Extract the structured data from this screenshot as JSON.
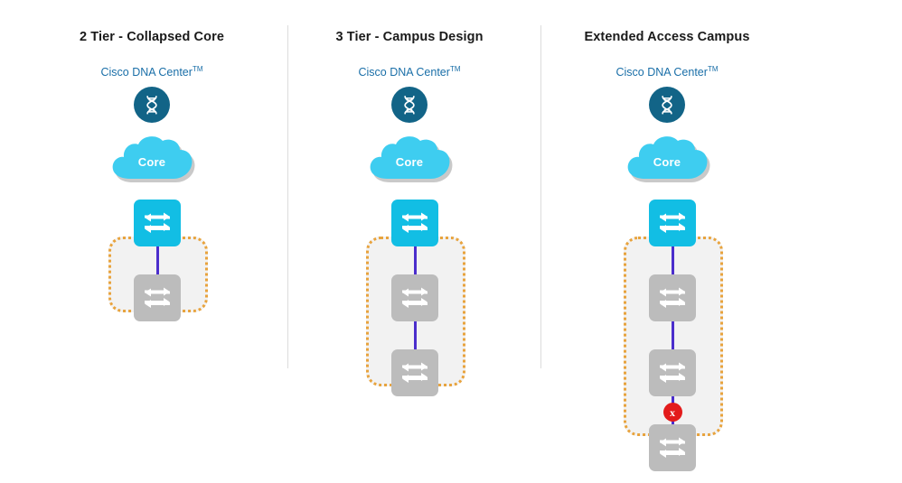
{
  "diagram": {
    "type": "network-topology-comparison",
    "background": "#ffffff",
    "palette": {
      "switch_blue": "#12bee4",
      "switch_grey": "#bcbcbc",
      "cloud_cyan": "#3ecdf0",
      "cloud_shadow": "#c9c9c9",
      "dnac_circle": "#126487",
      "dnac_text": "#1a6fa8",
      "access_border": "#e8a33d",
      "access_fill": "#f2f2f2",
      "link_purple": "#4b2ecc",
      "fault_red": "#e31b1b",
      "divider_grey": "#dcdcdc",
      "title_black": "#1a1a1a"
    },
    "columns": [
      {
        "id": "two-tier",
        "title": "2 Tier - Collapsed Core",
        "dnac_label": "Cisco DNA Center",
        "dnac_trademark": "TM",
        "cloud_label": "Core",
        "nodes": [
          {
            "id": "distribution",
            "kind": "switch",
            "color": "blue",
            "label": ""
          },
          {
            "id": "access-1",
            "kind": "switch",
            "color": "grey",
            "label": ""
          }
        ],
        "links": 1,
        "fault": false,
        "access_region": true
      },
      {
        "id": "three-tier",
        "title": "3 Tier - Campus Design",
        "dnac_label": "Cisco DNA Center",
        "dnac_trademark": "TM",
        "cloud_label": "Core",
        "nodes": [
          {
            "id": "distribution",
            "kind": "switch",
            "color": "blue",
            "label": ""
          },
          {
            "id": "access-1",
            "kind": "switch",
            "color": "grey",
            "label": ""
          },
          {
            "id": "access-2",
            "kind": "switch",
            "color": "grey",
            "label": ""
          }
        ],
        "links": 2,
        "fault": false,
        "access_region": true
      },
      {
        "id": "extended-access",
        "title": "Extended Access Campus",
        "dnac_label": "Cisco DNA Center",
        "dnac_trademark": "TM",
        "cloud_label": "Core",
        "nodes": [
          {
            "id": "distribution",
            "kind": "switch",
            "color": "blue",
            "label": ""
          },
          {
            "id": "access-1",
            "kind": "switch",
            "color": "grey",
            "label": ""
          },
          {
            "id": "access-2",
            "kind": "switch",
            "color": "grey",
            "label": ""
          },
          {
            "id": "extended-node",
            "kind": "switch",
            "color": "grey",
            "label": ""
          }
        ],
        "links": 3,
        "fault": true,
        "fault_label": "x",
        "access_region": true
      }
    ],
    "icons": {
      "dnac": "dna-helix-icon",
      "cloud": "cloud-icon",
      "switch": "switch-icon",
      "fault": "error-x-icon"
    }
  }
}
